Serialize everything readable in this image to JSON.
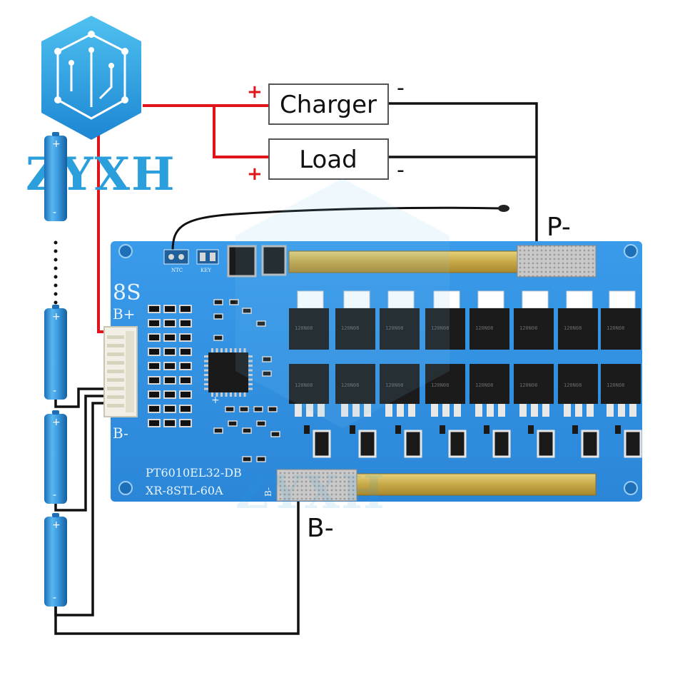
{
  "brand": {
    "text": "ZYXH",
    "color": "#2a9fdc"
  },
  "boxes": {
    "charger": "Charger",
    "load": "Load"
  },
  "signs": {
    "plus": "+",
    "minus": "-"
  },
  "terminals": {
    "p_minus": "P-",
    "b_minus": "B-"
  },
  "board": {
    "label_cells": "8S",
    "label_bplus": "B+",
    "label_bminus": "B-",
    "label_b_side": "B-",
    "model_line1": "PT6010EL32-DB",
    "model_line2": "XR-8STL-60A",
    "ntc_label": "NTC",
    "key_label": "KEY",
    "plus_mark": "+",
    "mosfet_code": "120N08",
    "color": "#2e8fe0"
  },
  "colors": {
    "positive_wire": "#e0141a",
    "negative_wire": "#111111",
    "cell": "#2f8fd6"
  }
}
